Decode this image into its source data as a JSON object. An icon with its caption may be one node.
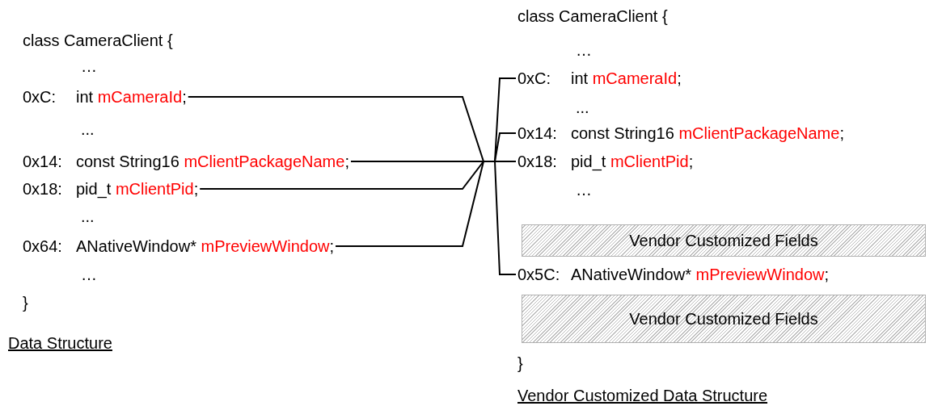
{
  "diagram": {
    "nodes": [
      {
        "text": [
          "0xC:",
          "int mCameraId;"
        ]
      },
      {
        "text": [
          "0x14:",
          "const String16 mClientPackageName;"
        ]
      },
      {
        "text": [
          "0x18:",
          "pid_t  mClientPid;"
        ]
      },
      {
        "text": [
          "0x64:",
          "ANativeWindow* mPreviewWindow;"
        ]
      },
      {
        "text": [
          "0xC:",
          "int mCameraId;"
        ]
      },
      {
        "text": [
          "0x14:",
          "const String16 mClientPackageName;"
        ]
      },
      {
        "text": [
          "0x18:",
          "pid_t  mClientPid;"
        ]
      },
      {
        "text": [
          "Vendor Customized Fields"
        ]
      },
      {
        "text": [
          "0x5C:",
          "ANativeWindow* mPreviewWindow;"
        ]
      },
      {
        "text": [
          "Vendor Customized Fields"
        ]
      }
    ],
    "edges": [
      {
        "from": 0,
        "to": 4,
        "arrow": "none"
      },
      {
        "from": 1,
        "to": 5,
        "arrow": "none"
      },
      {
        "from": 2,
        "to": 6,
        "arrow": "none"
      },
      {
        "from": 3,
        "to": 8,
        "arrow": "none"
      }
    ],
    "labels": [
      "class CameraClient {",
      "…",
      "...",
      "...",
      "…",
      "}",
      "Data Structure",
      "class CameraClient {",
      "…",
      "...",
      "…",
      "}",
      "Vendor Customized Data Structure"
    ]
  }
}
